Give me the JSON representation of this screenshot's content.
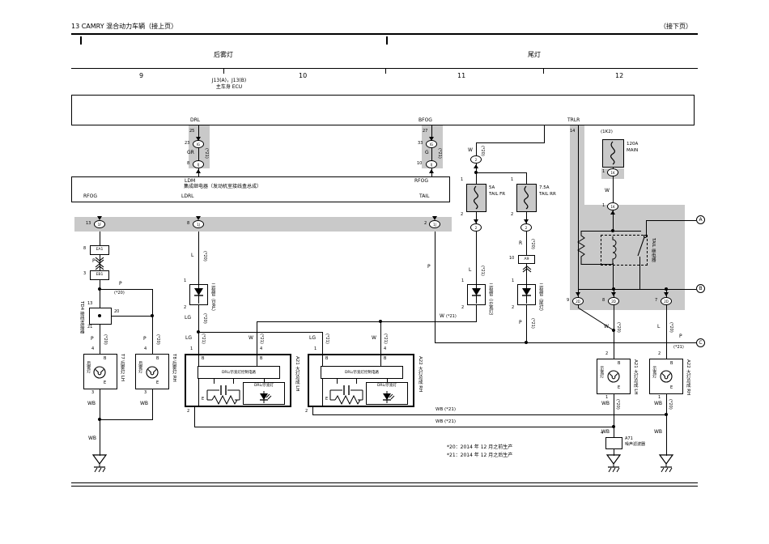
{
  "header": {
    "title_left": "13  CAMRY 混合动力车辆（接上页）",
    "title_right": "（接下页）"
  },
  "sections": {
    "fog": "后雾灯",
    "tail": "尾灯"
  },
  "grid": {
    "c9": "9",
    "c10": "10",
    "c11": "11",
    "c12": "12"
  },
  "ecu": {
    "code": "J13(A)，J13(B)",
    "name": "主车身 ECU",
    "pin_drl": "DRL",
    "pin_drl_num": "25",
    "pin_bfog": "BFOG",
    "pin_bfog_num": "27",
    "pin_trlr": "TRLR",
    "pin_trlr_num": "14"
  },
  "junction_box": {
    "name": "集成继电器（发动机室接线盒总成）",
    "top_ldm": "LDM",
    "top_rfog": "RFOG",
    "bot_rfog": "RFOG",
    "bot_ldrl": "LDRL",
    "bot_tail": "TAIL"
  },
  "colors": {
    "p": "P",
    "w": "W",
    "wb": "WB",
    "l": "L",
    "lg": "LG",
    "gr": "GR",
    "g": "G",
    "r": "R"
  },
  "marks": {
    "s20": "(*20)",
    "s21": "(*21)",
    "wb21": "WB (*21)"
  },
  "connectors": {
    "a1_num": "23",
    "a1": "IG",
    "a2_num": "8",
    "a2": "IJ",
    "b1_num": "33",
    "b1": "IG",
    "b2_num": "10",
    "b2": "IJ",
    "band1_num": "13",
    "band1": "1F",
    "band2_num": "8",
    "band2": "1J",
    "band3_num": "2",
    "band3": "1J",
    "f_top": "2",
    "f_fr": "2",
    "f_rr": "2",
    "k1_num": "1",
    "k1": "1K",
    "k2_num": "1",
    "k2": "1K",
    "r1_num": "9",
    "r1": "2D",
    "r2_num": "8",
    "r2": "2D",
    "r3_num": "7",
    "r3": "2D",
    "ea_num": "8",
    "ea": "EA1",
    "eb_num": "3",
    "eb": "EB1",
    "a9_num": "10",
    "a9": "A9"
  },
  "ref": {
    "a": "A",
    "b": "B",
    "c": "C"
  },
  "td4": {
    "label": "TD4 接线连接器",
    "p13": "13",
    "p20": "20",
    "p21": "21"
  },
  "fuses": {
    "fr_amp": "5A",
    "fr_name": "TAIL FR",
    "rr_amp": "7.5A",
    "rr_name": "TAIL RR",
    "main_loc": "(1K2)",
    "main_amp": "120A",
    "main_name": "MAIN",
    "p1": "1",
    "p2": "2"
  },
  "diodes": {
    "drl": "二极管（DRL）",
    "clearance": "二极管（示宽灯）",
    "tail": "二极管（尾灯）",
    "p1": "1",
    "p2": "2"
  },
  "tail_relay": {
    "name": "TAIL 继电器"
  },
  "fog_lamps": {
    "l_code_name": "T7 后雾灯 LH",
    "r_code_name": "T8 后雾灯 RH",
    "bulb": "后雾灯",
    "pin_top": "4",
    "pin_bot": "3",
    "b": "B",
    "e": "E"
  },
  "drl_units": {
    "bar": "DRL/示宽灯控制电路",
    "led": "DRL/示宽灯",
    "l_code_name": "A21 大灯总成 LH",
    "r_code_name": "A22 大灯总成 RH",
    "p1": "1",
    "p4": "4",
    "p2": "2",
    "b": "B",
    "e": "E"
  },
  "clearance_lamps": {
    "l_code_name": "A21 大灯总成 LH",
    "r_code_name": "A22 大灯总成 RH",
    "bulb": "示宽灯",
    "pin_top": "2",
    "pin_bot": "1",
    "b": "B",
    "e": "E"
  },
  "noise_filter": {
    "code": "A71",
    "name": "噪声滤波器",
    "pin": "4"
  },
  "notes": {
    "n20": "*20：2014 年 12 月之前生产",
    "n21": "*21：2014 年 12 月之后生产"
  }
}
